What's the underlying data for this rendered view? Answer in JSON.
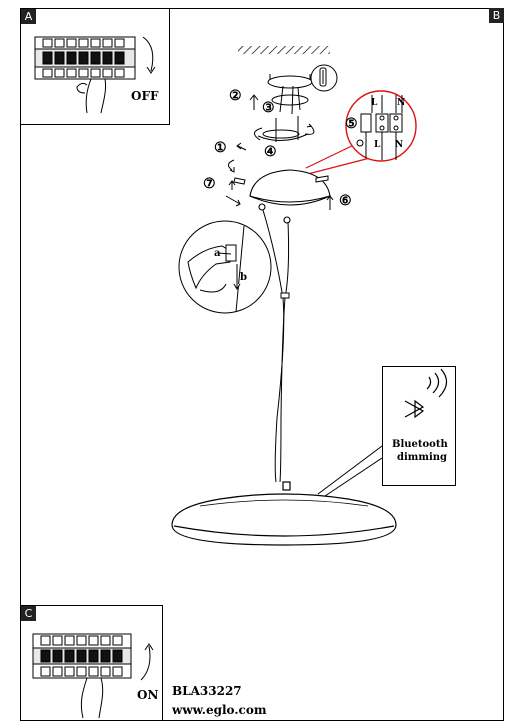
{
  "panels": {
    "a": {
      "tag": "A",
      "switch_state": "OFF"
    },
    "b": {
      "tag": "B"
    },
    "c": {
      "tag": "C",
      "switch_state": "ON"
    }
  },
  "steps": [
    "①",
    "②",
    "③",
    "④",
    "⑤",
    "⑥",
    "⑦"
  ],
  "terminal_labels": {
    "live": "L",
    "neutral": "N"
  },
  "detail_labels": {
    "a": "a",
    "b": "b"
  },
  "callout": {
    "icon": "bluetooth-icon",
    "line1": "Bluetooth",
    "line2": "dimming"
  },
  "footer": {
    "model": "BLA33227",
    "website": "www.eglo.com"
  }
}
